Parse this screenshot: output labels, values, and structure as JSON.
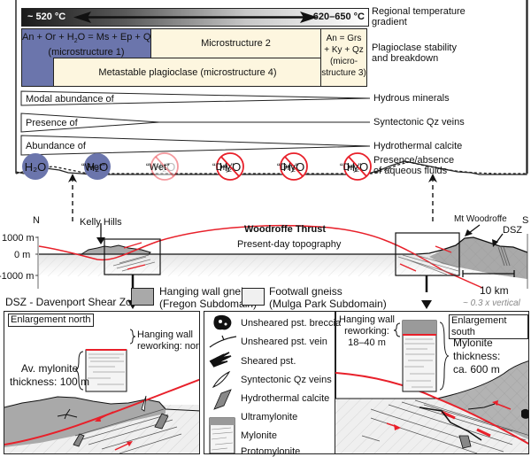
{
  "top": {
    "temperature": {
      "left": "~ 520 °C",
      "right": "~ 620–650 °C",
      "label_line1": "Regional temperature",
      "label_line2": "gradient"
    },
    "plagioclase": {
      "micro1_line1_a": "An + Or + H",
      "micro1_line1_sub": "2",
      "micro1_line1_b": "O = Ms + Ep + Qz",
      "micro1_line2": "(microstructure 1)",
      "micro2": "Microstructure 2",
      "micro3_lines": [
        "An = Grs",
        "+ Ky + Qz",
        "(micro-",
        "structure 3)"
      ],
      "micro4": "Metastable plagioclase (microstructure 4)",
      "label_line1": "Plagioclase stability",
      "label_line2": "and breakdown"
    },
    "trends": [
      {
        "left": "Modal abundance of",
        "right": "Hydrous minerals"
      },
      {
        "left": "Presence of",
        "right": "Syntectonic Qz veins"
      },
      {
        "left": "Abundance of",
        "right": "Hydrothermal calcite"
      }
    ],
    "fluids": {
      "symbols": [
        {
          "state": "present",
          "text": "H2O"
        },
        {
          "state": "present",
          "text": "H2O"
        },
        {
          "state": "absent-faint",
          "text": "H2O"
        },
        {
          "state": "absent",
          "text": "H2O"
        },
        {
          "state": "absent",
          "text": "H2O"
        },
        {
          "state": "absent",
          "text": "H2O"
        }
      ],
      "between_labels": [
        "“Wet”",
        "“Wet”",
        "“Dry”",
        "“Dry”",
        "“Dry”"
      ],
      "label_line1": "Presence/absence",
      "label_line2": "of aqueous fluids"
    }
  },
  "section": {
    "north": "N",
    "south": "S",
    "y_ticks": [
      "1000 m",
      "0 m",
      "-1000 m"
    ],
    "kelly_hills": "Kelly Hills",
    "mt_woodroffe": "Mt Woodroffe",
    "dsz": "DSZ",
    "thrust": "Woodroffe Thrust",
    "topography": "Present-day topography",
    "scale": "10 km",
    "vertical": "~ 0.3 x vertical",
    "dsz_legend": "DSZ - Davenport Shear Zone"
  },
  "legend_units": {
    "hanging_line1": "Hanging wall gneiss",
    "hanging_line2": "(Fregon Subdomain)",
    "footwall_line1": "Footwall gneiss",
    "footwall_line2": "(Mulga Park Subdomain)"
  },
  "north_panel": {
    "title": "Enlargement north",
    "reworking_line1": "Hanging wall",
    "reworking_line2": "reworking: none",
    "thickness_line1": "Av. mylonite",
    "thickness_line2": "thickness: 100 m"
  },
  "symbol_legend": [
    "Unsheared pst. breccia",
    "Unsheared pst. vein",
    "Sheared pst.",
    "Syntectonic Qz veins",
    "Hydrothermal calcite",
    "Ultramylonite",
    "Mylonite",
    "Protomylonite"
  ],
  "south_panel": {
    "title": "Enlargement south",
    "reworking_line1": "Hanging wall",
    "reworking_line2": "reworking:",
    "reworking_line3": "18–40 m",
    "thickness_line1": "Mylonite",
    "thickness_line2": "thickness:",
    "thickness_line3": "ca. 600 m"
  },
  "colors": {
    "blue": "#6b75ac",
    "cream": "#fdf6df",
    "red": "#e8202a",
    "hanging_wall": "#a9a9a9",
    "footwall": "#ececec"
  }
}
